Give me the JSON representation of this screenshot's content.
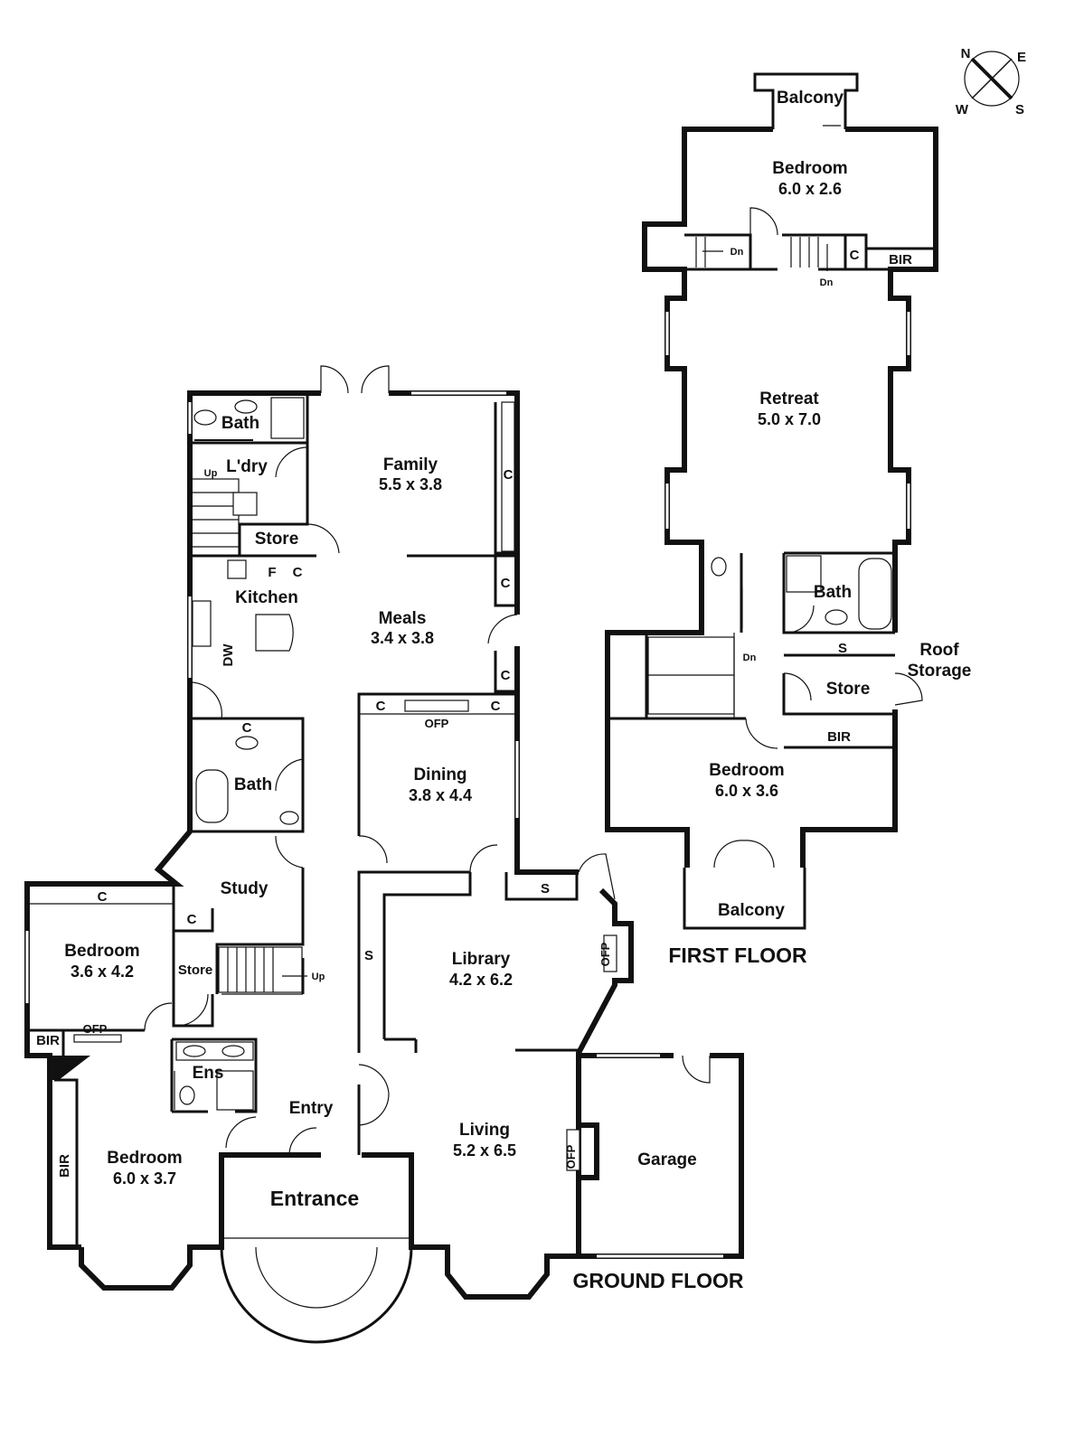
{
  "compass": {
    "n": "N",
    "e": "E",
    "s": "S",
    "w": "W"
  },
  "floors": {
    "ground": "GROUND FLOOR",
    "first": "FIRST FLOOR"
  },
  "ground": {
    "bath1": {
      "name": "Bath"
    },
    "laundry": {
      "name": "L'dry"
    },
    "family": {
      "name": "Family",
      "dims": "5.5 x 3.8"
    },
    "store1": {
      "name": "Store"
    },
    "kitchen": {
      "name": "Kitchen"
    },
    "meals": {
      "name": "Meals",
      "dims": "3.4 x 3.8"
    },
    "dining": {
      "name": "Dining",
      "dims": "3.8 x 4.4"
    },
    "bath2": {
      "name": "Bath"
    },
    "study": {
      "name": "Study"
    },
    "bedroom1": {
      "name": "Bedroom",
      "dims": "3.6 x 4.2"
    },
    "store2": {
      "name": "Store"
    },
    "library": {
      "name": "Library",
      "dims": "4.2 x 6.2"
    },
    "ensuite": {
      "name": "Ens"
    },
    "entry": {
      "name": "Entry"
    },
    "bedroom2": {
      "name": "Bedroom",
      "dims": "6.0 x 3.7"
    },
    "entrance": {
      "name": "Entrance"
    },
    "living": {
      "name": "Living",
      "dims": "5.2 x 6.5"
    },
    "garage": {
      "name": "Garage"
    }
  },
  "first": {
    "balcony1": {
      "name": "Balcony"
    },
    "bedroom1": {
      "name": "Bedroom",
      "dims": "6.0 x 2.6"
    },
    "retreat": {
      "name": "Retreat",
      "dims": "5.0 x 7.0"
    },
    "bath": {
      "name": "Bath"
    },
    "roof": {
      "line1": "Roof",
      "line2": "Storage"
    },
    "store": {
      "name": "Store"
    },
    "bedroom2": {
      "name": "Bedroom",
      "dims": "6.0 x 3.6"
    },
    "balcony2": {
      "name": "Balcony"
    }
  },
  "labels": {
    "c": "C",
    "s": "S",
    "bir": "BIR",
    "ofp": "OFP",
    "up": "Up",
    "dn": "Dn",
    "f": "F",
    "dw": "DW"
  }
}
